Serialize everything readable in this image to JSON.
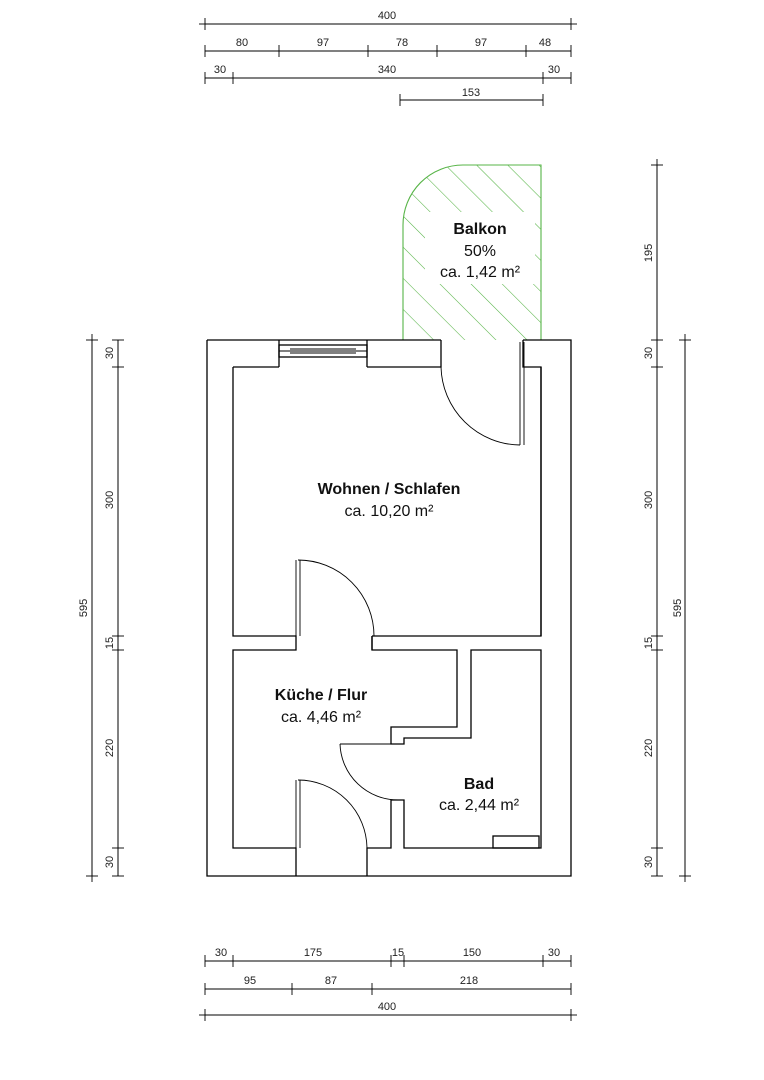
{
  "dimensions": {
    "top": {
      "total": "400",
      "row2": [
        "80",
        "97",
        "78",
        "97",
        "48"
      ],
      "row3": [
        "30",
        "340",
        "30"
      ],
      "balcony": "153"
    },
    "bottom": {
      "row1": [
        "30",
        "175",
        "15",
        "150",
        "30"
      ],
      "row2": [
        "95",
        "87",
        "218"
      ],
      "total": "400"
    },
    "left": {
      "segments": [
        "30",
        "300",
        "15",
        "220",
        "30"
      ],
      "total": "595"
    },
    "right": {
      "balcony": "195",
      "segments": [
        "30",
        "300",
        "15",
        "220",
        "30"
      ],
      "total": "595"
    }
  },
  "rooms": {
    "balkon": {
      "name": "Balkon",
      "factor": "50%",
      "area": "ca. 1,42 m²"
    },
    "wohnen": {
      "name": "Wohnen / Schlafen",
      "area": "ca. 10,20 m²"
    },
    "kueche": {
      "name": "Küche / Flur",
      "area": "ca. 4,46 m²"
    },
    "bad": {
      "name": "Bad",
      "area": "ca. 2,44 m²"
    }
  },
  "colors": {
    "walls": "#000000",
    "balcony_hatch": "#57b447",
    "background": "#ffffff"
  }
}
